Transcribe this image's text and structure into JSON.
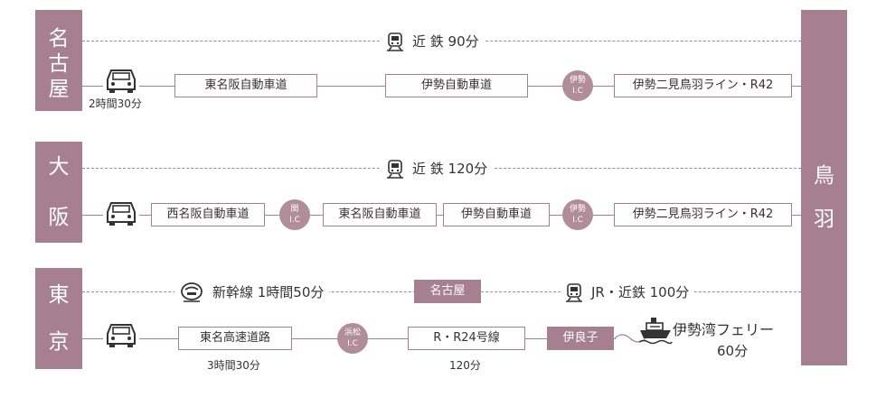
{
  "nagoya": {
    "city": [
      "名",
      "古",
      "屋"
    ],
    "rail": "近 鉄 90分",
    "car_time": "2時間30分",
    "roads": [
      "東名阪自動車道",
      "伊勢自動車道",
      "伊勢二見鳥羽ライン・R42"
    ],
    "ic": [
      "伊勢",
      "I.C"
    ]
  },
  "osaka": {
    "city": [
      "大",
      "阪"
    ],
    "rail": "近 鉄 120分",
    "roads": [
      "西名阪自動車道",
      "東名阪自動車道",
      "伊勢自動車道",
      "伊勢二見鳥羽ライン・R42"
    ],
    "ic1": [
      "関",
      "I.C"
    ],
    "ic2": [
      "伊勢",
      "I.C"
    ]
  },
  "tokyo": {
    "city": [
      "東",
      "京"
    ],
    "shinkansen": "新幹線 1時間50分",
    "transfer": "名古屋",
    "jr": "JR・近鉄 100分",
    "roads": [
      "東名高速道路",
      "R・R24号線"
    ],
    "road_times": [
      "3時間30分",
      "120分"
    ],
    "ic": [
      "浜松",
      "I.C"
    ],
    "port": "伊良子",
    "ferry": "伊勢湾フェリー",
    "ferry_time": "60分"
  },
  "destination": [
    "鳥",
    "羽"
  ],
  "colors": {
    "accent": "#a6808e",
    "ic": "#b18d9a",
    "dash": "#9b8a92"
  },
  "icons": [
    "train-icon",
    "car-icon",
    "shinkansen-icon",
    "ferry-icon"
  ]
}
